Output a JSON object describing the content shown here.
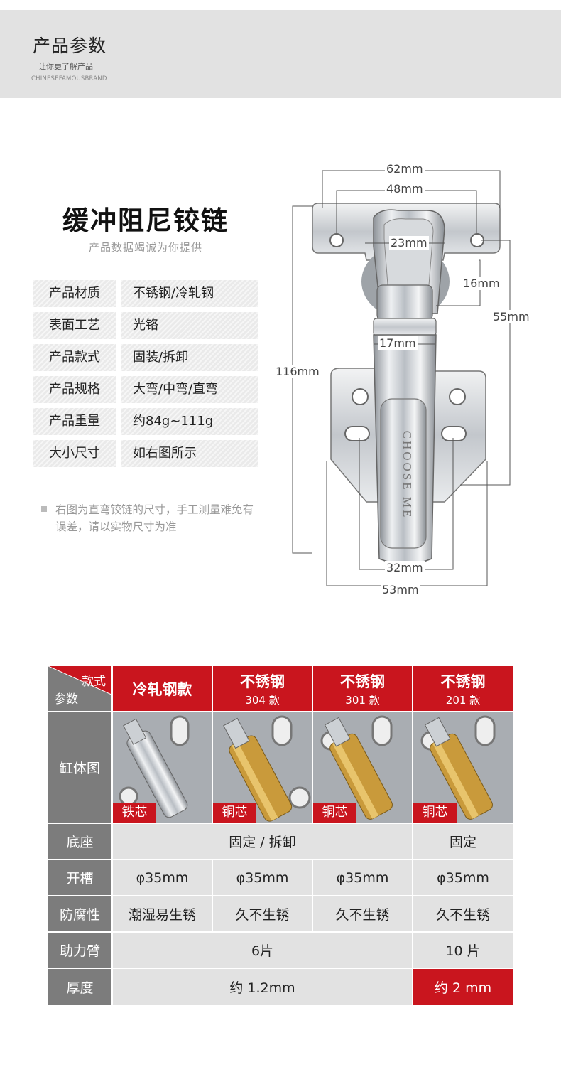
{
  "header": {
    "title": "产品参数",
    "subtitle": "让你更了解产品",
    "brand": "CHINESEFAMOUSBRAND"
  },
  "product": {
    "name": "缓冲阻尼铰链",
    "tagline": "产品数据竭诚为你提供"
  },
  "specs": [
    {
      "label": "产品材质",
      "value": "不锈钢/冷轧钢"
    },
    {
      "label": "表面工艺",
      "value": "光铬"
    },
    {
      "label": "产品款式",
      "value": "固装/拆卸"
    },
    {
      "label": "产品规格",
      "value": "大弯/中弯/直弯"
    },
    {
      "label": "产品重量",
      "value": "约84g~111g"
    },
    {
      "label": "大小尺寸",
      "value": "如右图所示"
    }
  ],
  "note": "右图为直弯铰链的尺寸，手工测量难免有误差，请以实物尺寸为准",
  "dimensions": {
    "d62": "62mm",
    "d48": "48mm",
    "d23": "23mm",
    "d16": "16mm",
    "d55": "55mm",
    "d116": "116mm",
    "d17": "17mm",
    "d32": "32mm",
    "d53": "53mm",
    "hinge_brand": "CHOOSE ME"
  },
  "compare": {
    "corner_top": "款式",
    "corner_bottom": "参数",
    "columns": [
      {
        "title": "冷轧钢款",
        "sub": ""
      },
      {
        "title": "不锈钢",
        "sub": "304 款"
      },
      {
        "title": "不锈钢",
        "sub": "301 款"
      },
      {
        "title": "不锈钢",
        "sub": "201 款"
      }
    ],
    "row_labels": [
      "缸体图",
      "底座",
      "开槽",
      "防腐性",
      "助力臂",
      "厚度"
    ],
    "cores": [
      "铁芯",
      "铜芯",
      "铜芯",
      "铜芯"
    ],
    "base": {
      "merged": "固定 / 拆卸",
      "last": "固定"
    },
    "groove": [
      "φ35mm",
      "φ35mm",
      "φ35mm",
      "φ35mm"
    ],
    "corrosion": [
      "潮湿易生锈",
      "久不生锈",
      "久不生锈",
      "久不生锈"
    ],
    "arm": {
      "merged": "6片",
      "last": "10 片"
    },
    "thickness": {
      "merged": "约 1.2mm",
      "last": "约 2 mm"
    }
  },
  "colors": {
    "accent_red": "#c9151e",
    "label_grey": "#7c7c7c",
    "cell_grey": "#e2e2e2",
    "header_grey": "#e2e2e2"
  }
}
